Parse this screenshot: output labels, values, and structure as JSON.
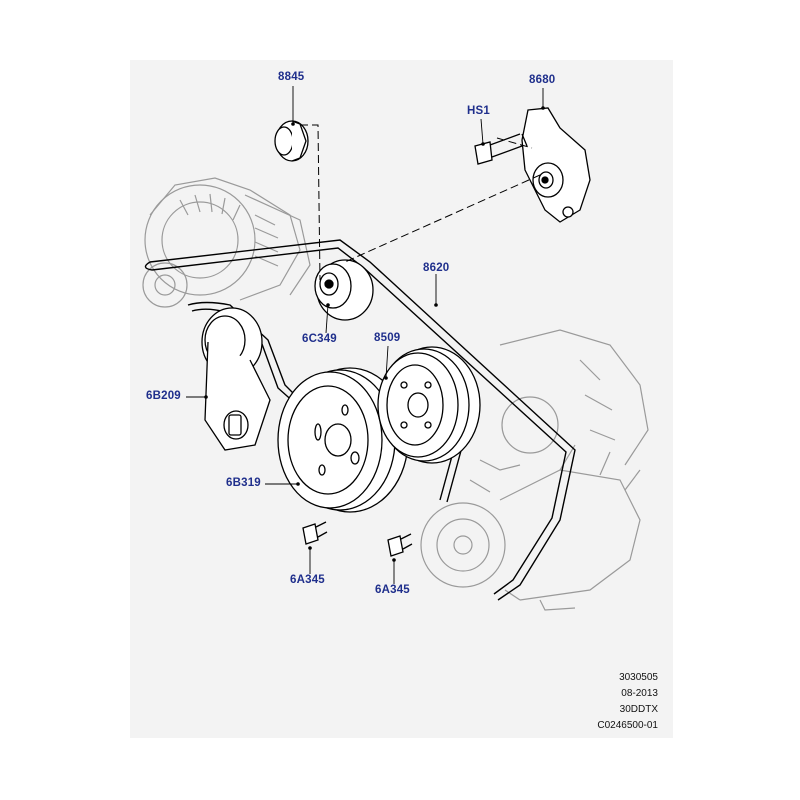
{
  "callouts": {
    "tensioner_idler_cap": "8845",
    "tensioner_bracket": "8680",
    "bolt_hs1": "HS1",
    "drive_belt": "8620",
    "idler_pulley": "6C349",
    "pulley_8509": "8509",
    "belt_tensioner": "6B209",
    "crankshaft_pulley": "6B319",
    "bolt_left": "6A345",
    "bolt_right": "6A345"
  },
  "reference": {
    "line1": "3030505",
    "line2": "08-2013",
    "line3": "30DDTX",
    "line4": "C0246500-01"
  },
  "colors": {
    "panel": "#f3f3f3",
    "callout_text": "#1f2f8c",
    "linework": "#000000",
    "ghost_linework": "#9a9a9a"
  }
}
